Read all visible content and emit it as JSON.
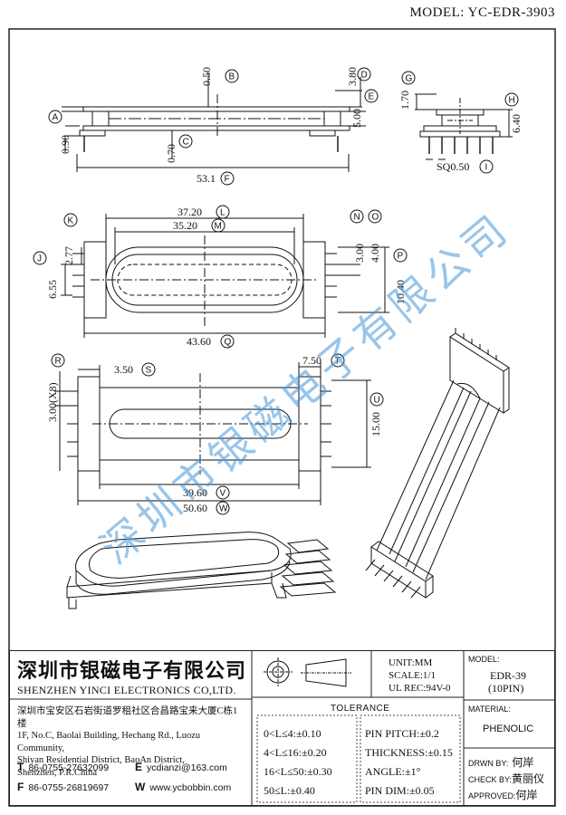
{
  "header": {
    "model_title": "MODEL: YC-EDR-3903"
  },
  "dimensions": {
    "d_050": "0.50",
    "tag_B": "B",
    "d_380": "3.80",
    "tag_D": "D",
    "d_500": "5.00",
    "tag_E": "E",
    "tag_A": "A",
    "d_090": "0.90",
    "tag_C": "C",
    "d_070": "0.70",
    "d_531": "53.1",
    "tag_F": "F",
    "d_170": "1.70",
    "tag_G": "G",
    "d_640": "6.40",
    "tag_H": "H",
    "d_sq050": "SQ0.50",
    "tag_I": "I",
    "tag_K": "K",
    "d_3720": "37.20",
    "tag_L": "L",
    "d_3520": "35.20",
    "tag_M": "M",
    "tag_N": "N",
    "tag_O": "O",
    "d_300a": "3.00",
    "d_400": "4.00",
    "tag_P": "P",
    "tag_J": "J",
    "d_277": "2.77",
    "d_655": "6.55",
    "d_1040": "10.40",
    "d_4360": "43.60",
    "tag_Q": "Q",
    "tag_R": "R",
    "d_350": "3.50",
    "tag_S": "S",
    "d_750": "7.50",
    "tag_T": "T",
    "d_300x8": "3.00(X8)",
    "d_1500": "15.00",
    "tag_U": "U",
    "d_3960": "39.60",
    "tag_V": "V",
    "d_5060": "50.60",
    "tag_W": "W"
  },
  "watermark": "深圳市银磁电子有限公司",
  "title_block": {
    "company_cn": "深圳市银磁电子有限公司",
    "company_en": "SHENZHEN YINCI ELECTRONICS CO,LTD.",
    "address_cn": "深圳市宝安区石岩街道罗租社区合昌路宝来大厦C栋1楼",
    "address_en_1": "1F, No.C, Baolai Building, Hechang Rd., Luozu Community,",
    "address_en_2": "Shiyan Residential District, BaoAn District,",
    "address_en_3": "Shenzhen, P.R.China",
    "tel_letter": "T",
    "tel": "86-0755-27632099",
    "fax_letter": "F",
    "fax": "86-0755-26819697",
    "email_letter": "E",
    "email": "ycdianzi@163.com",
    "web_letter": "W",
    "web": "www.ycbobbin.com",
    "unit": "UNIT:MM",
    "scale": "SCALE:1/1",
    "ul": "UL REC:94V-0",
    "tolerance_title": "TOLERANCE",
    "tol_1": "0<L≤4:±0.10",
    "tol_2": "4<L≤16:±0.20",
    "tol_3": "16<L≤50:±0.30",
    "tol_4": "50≤L:±0.40",
    "pin_pitch": "PIN PITCH:±0.2",
    "thickness": "THICKNESS:±0.15",
    "angle": "ANGLE:±1°",
    "pin_dim": "PIN DIM:±0.05",
    "model_label": "MODEL:",
    "model_value": "EDR-39",
    "model_pins": "(10PIN)",
    "material_label": "MATERIAL:",
    "material_value": "PHENOLIC",
    "drwn_label": "DRWN BY:",
    "drwn_value": "何岸",
    "check_label": "CHECK BY:",
    "check_value": "黄丽仪",
    "approved_label": "APPROVED:",
    "approved_value": "何岸"
  }
}
